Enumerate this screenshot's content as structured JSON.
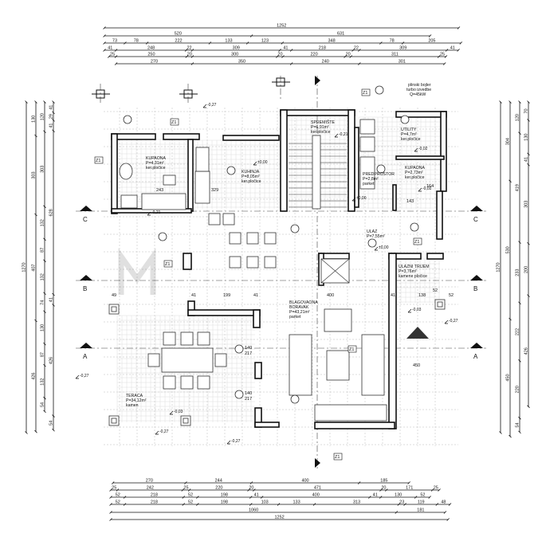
{
  "drawing": {
    "dims_top": [
      [
        "1252"
      ],
      [
        "520",
        "631"
      ],
      [
        "73",
        "78",
        "222",
        "133",
        "123",
        "348",
        "78",
        "205"
      ],
      [
        "41",
        "248",
        "22",
        "309",
        "41",
        "218",
        "22",
        "309",
        "41"
      ],
      [
        "25",
        "250",
        "20",
        "300",
        "20",
        "220",
        "20",
        "311",
        "25"
      ],
      [
        "270",
        "350",
        "240",
        "301"
      ]
    ],
    "dims_bottom": [
      [
        "270",
        "244",
        "400",
        "185"
      ],
      [
        "25",
        "242",
        "25",
        "220",
        "20",
        "471",
        "20",
        "171",
        "25"
      ],
      [
        "52",
        "218",
        "52",
        "198",
        "41",
        "400",
        "41",
        "130",
        "52"
      ],
      [
        "52",
        "218",
        "52",
        "198",
        "103",
        "133",
        "313",
        "23",
        "119",
        "48"
      ],
      [
        "1060",
        "181"
      ],
      [
        "1252"
      ]
    ],
    "dims_left": [
      [
        "1270"
      ],
      [
        "130",
        "303",
        "407",
        "426"
      ],
      [
        "120",
        "303",
        "132",
        "87",
        "132",
        "74",
        "130",
        "87",
        "132",
        "54"
      ],
      [
        "41",
        "29",
        "41",
        "628",
        "41",
        "426",
        "54"
      ]
    ],
    "dims_right": [
      [
        "1270"
      ],
      [
        "304",
        "530",
        "450"
      ],
      [
        "120",
        "419",
        "233",
        "222",
        "220",
        "54"
      ],
      [
        "70",
        "130",
        "41",
        "303",
        "200",
        "426"
      ]
    ],
    "rooms": [
      {
        "name": "KUPAONA",
        "area": "P=4,31m²",
        "floor": "ker.pločice"
      },
      {
        "name": "KUHINJA",
        "area": "P=8,05m²",
        "floor": "ker.pločice"
      },
      {
        "name": "SPREMIŠTE",
        "area": "P=6,91m²",
        "floor": "ker.pločice"
      },
      {
        "name": "UTILITY",
        "area": "P=4,7m²",
        "floor": "ker.pločice"
      },
      {
        "name": "PREDPROSTOR",
        "area": "P=2,8m²",
        "floor": "parket"
      },
      {
        "name": "KUPAONA",
        "area": "P=2,73m²",
        "floor": "ker.pločice"
      },
      {
        "name": "ULAZ",
        "area": "P=7,55m²",
        "floor": ""
      },
      {
        "name": "ULAZNI TRIJEM",
        "area": "P=3,76m²",
        "floor": "kamene pločice"
      },
      {
        "name": "BLAGOVAONA",
        "name2": "BORAVAK",
        "area": "P=43,21m²",
        "floor": "parket"
      },
      {
        "name": "TERACA",
        "area": "P=34,12m²",
        "floor": "kamen"
      }
    ],
    "boiler_note": [
      "plinski bojler",
      "turbo izvedbe",
      "Q=45kW"
    ],
    "levels": [
      "-0,27",
      "-0,21",
      "±0,00",
      "-0,21",
      "-0,02",
      "±0,00",
      "-0,02",
      "±0,00",
      "-0,03",
      "-0,27",
      "-0,03",
      "-0,27",
      "-0,27",
      "-0,27"
    ],
    "sections": {
      "a": "A",
      "b": "B",
      "c": "C"
    },
    "inner_dims": [
      "140",
      "217",
      "140",
      "217",
      "49",
      "52",
      "41",
      "199",
      "41",
      "400",
      "41",
      "138",
      "52",
      "450",
      "329",
      "243",
      "143",
      "164"
    ],
    "door_tag": "Z1"
  }
}
